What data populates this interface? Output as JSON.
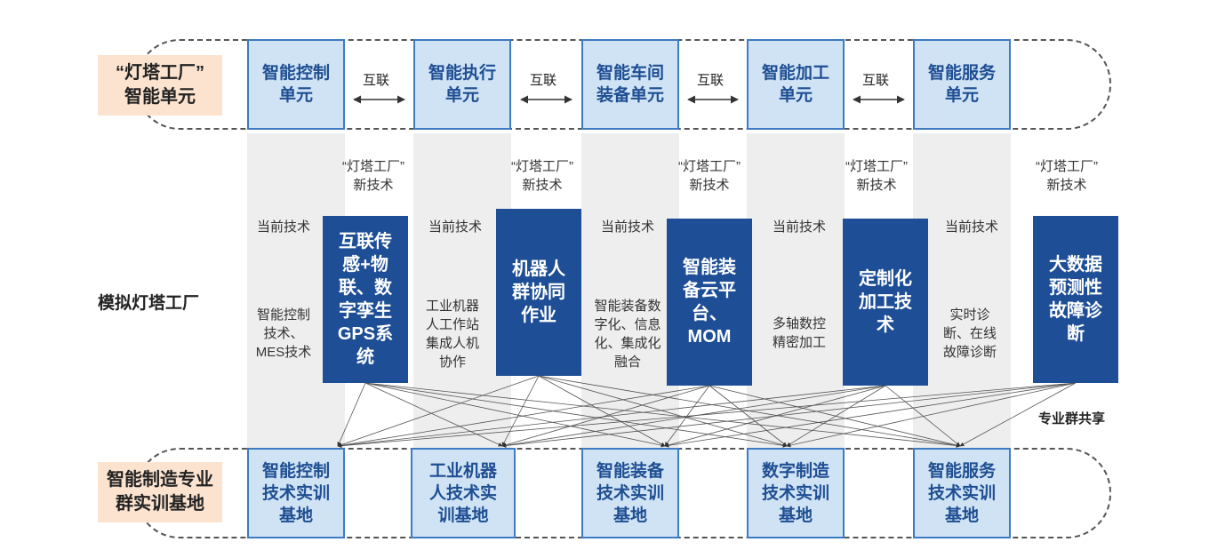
{
  "top_band": {
    "label": "“灯塔工厂”\n智能单元",
    "units": [
      "智能控制\n单元",
      "智能执行\n单元",
      "智能车间\n装备单元",
      "智能加工\n单元",
      "智能服务\n单元"
    ],
    "link_label": "互联"
  },
  "middle": {
    "label": "模拟灯塔工厂",
    "new_tech_label": "“灯塔工厂”\n新技术",
    "current_tech_label": "当前技术",
    "columns": [
      {
        "current": "智能控制\n技术、\nMES技术",
        "new": "互联传\n感+物\n联、数\n字孪生\nGPS系\n统"
      },
      {
        "current": "工业机器\n人工作站\n集成人机\n协作",
        "new": "机器人\n群协同\n作业"
      },
      {
        "current": "智能装备数\n字化、信息\n化、集成化\n融合",
        "new": "智能装\n备云平\n台、\nMOM"
      },
      {
        "current": "多轴数控\n精密加工",
        "new": "定制化\n加工技\n术"
      },
      {
        "current": "实时诊\n断、在线\n故障诊断",
        "new": "大数据\n预测性\n故障诊\n断"
      }
    ],
    "shared_label": "专业群共享"
  },
  "bottom_band": {
    "label": "智能制造专业\n群实训基地",
    "bases": [
      "智能控制\n技术实训\n基地",
      "工业机器\n人技术实\n训基地",
      "智能装备\n技术实训\n基地",
      "数字制造\n技术实训\n基地",
      "智能服务\n技术实训\n基地"
    ]
  },
  "colors": {
    "unit_fill": "#cfe3f5",
    "unit_border": "#3d7bc2",
    "unit_text": "#1f4e92",
    "tech_fill": "#1e4e96",
    "side_fill": "#fbe3cf",
    "stripe": "#eeeeee"
  }
}
